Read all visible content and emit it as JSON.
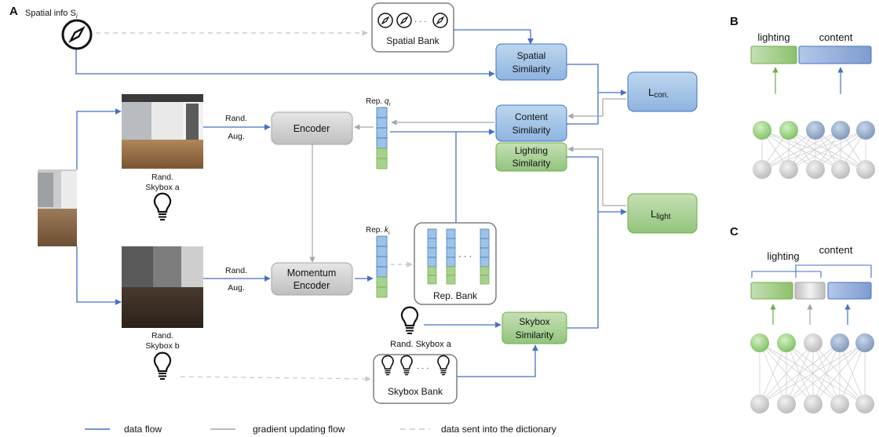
{
  "panels": {
    "a": "A",
    "b": "B",
    "c": "C"
  },
  "spatial": {
    "info_label": "Spatial info S",
    "info_sub": "i",
    "bank_label": "Spatial Bank"
  },
  "images": {
    "skybox_a": "Rand. Skybox a",
    "skybox_a_line1": "Rand.",
    "skybox_a_line2": "Skybox a",
    "skybox_b_line1": "Rand.",
    "skybox_b_line2": "Skybox b"
  },
  "aug": {
    "line1": "Rand.",
    "line2": "Aug."
  },
  "encoder": {
    "label": "Encoder",
    "momentum_line1": "Momentum",
    "momentum_line2": "Encoder"
  },
  "reps": {
    "q_prefix": "Rep. ",
    "q_var": "q",
    "q_sub": "i",
    "k_prefix": "Rep. ",
    "k_var": "k",
    "k_sub": "i"
  },
  "rep_bank": {
    "label": "Rep. Bank",
    "ellipsis": "· · ·"
  },
  "skybox_bank": {
    "label": "Skybox Bank",
    "ellipsis": "· · ·"
  },
  "similarity": {
    "spatial": [
      "Spatial",
      "Similarity"
    ],
    "content": [
      "Content",
      "Similarity"
    ],
    "lighting": [
      "Lighting",
      "Similarity"
    ],
    "skybox": [
      "Skybox",
      "Similarity"
    ]
  },
  "losses": {
    "con_main": "L",
    "con_sub": "con.",
    "light_main": "L",
    "light_sub": "light"
  },
  "panel_b": {
    "lighting": "lighting",
    "content": "content"
  },
  "panel_c": {
    "lighting": "lighting",
    "content": "content"
  },
  "legend": {
    "data_flow": "data flow",
    "gradient_flow": "gradient updating flow",
    "dictionary": "data sent into the dictionary"
  },
  "colors": {
    "blue": "#4472c4",
    "blue_fill": "#9dc3e6",
    "green_fill": "#a9d18e",
    "gray_fill": "#d0d0d0",
    "gray_line": "#a6a6a6",
    "dash": "#c8c8c8"
  }
}
